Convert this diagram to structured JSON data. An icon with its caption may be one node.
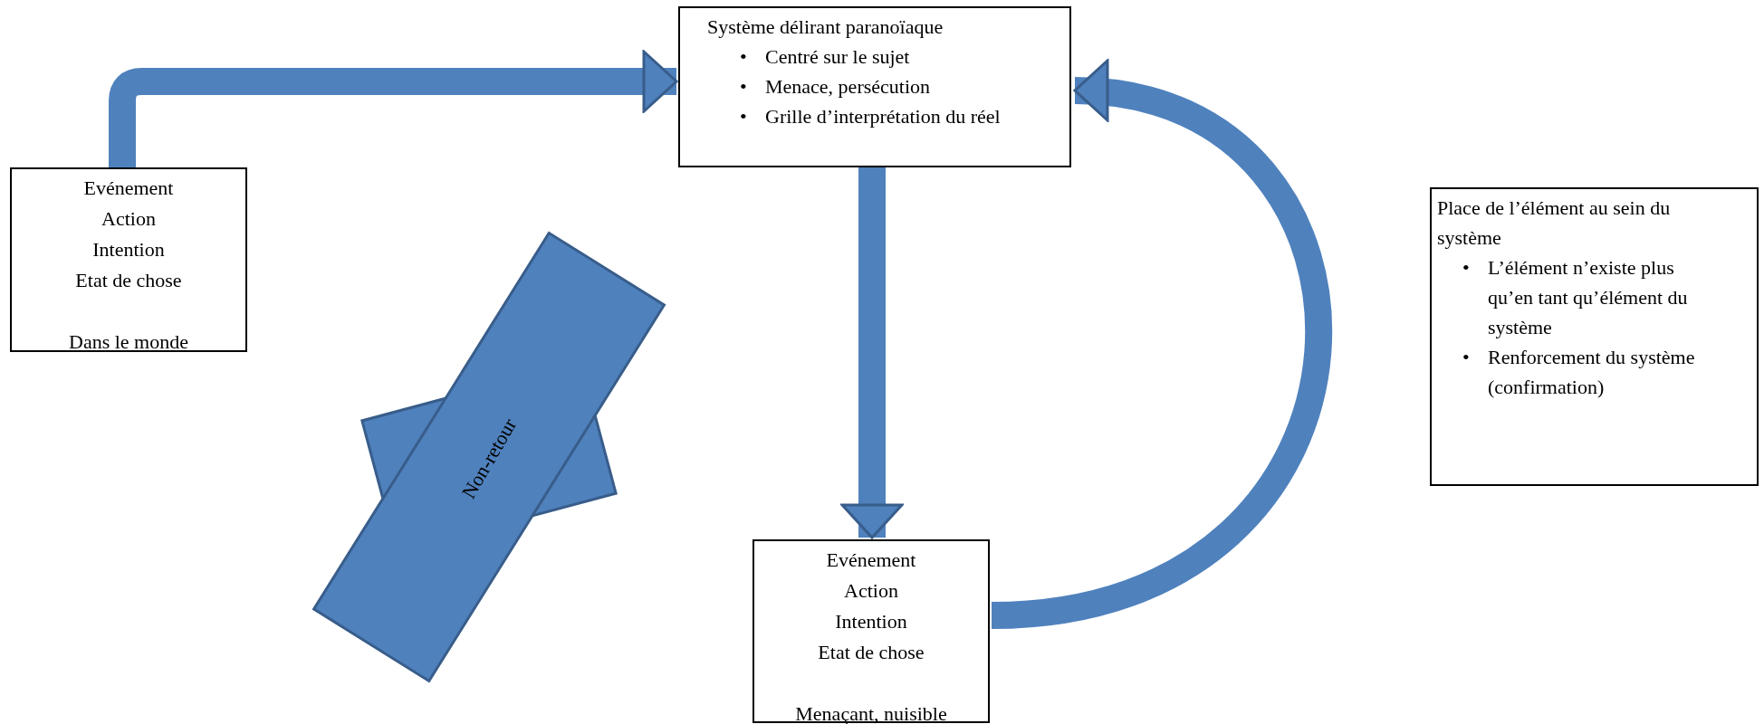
{
  "diagram": {
    "nodes": [
      {
        "text": [
          "Système délirant paranoïaque",
          "Centré sur le sujet",
          "Menace, persécution",
          "Grille d’interprétation du réel"
        ]
      },
      {
        "text": [
          "Evénement",
          "Action",
          "Intention",
          "Etat de chose",
          "Dans le monde"
        ]
      },
      {
        "text": [
          "Evénement",
          "Action",
          "Intention",
          "Etat de chose",
          "Menaçant, nuisible"
        ]
      },
      {
        "text": [
          "Place de l’élément au sein du système",
          "L’élément n’existe plus qu’en tant qu’élément du système",
          "Renforcement du système (confirmation)"
        ]
      },
      {
        "text": [
          "Non-retour"
        ]
      }
    ],
    "edges": [
      {
        "from": 1,
        "to": 0,
        "arrow": "to"
      },
      {
        "from": 0,
        "to": 2,
        "arrow": "to"
      },
      {
        "from": 2,
        "to": 0,
        "arrow": "to"
      }
    ],
    "labels": [
      "•",
      "•",
      "•",
      "•",
      "•"
    ]
  }
}
